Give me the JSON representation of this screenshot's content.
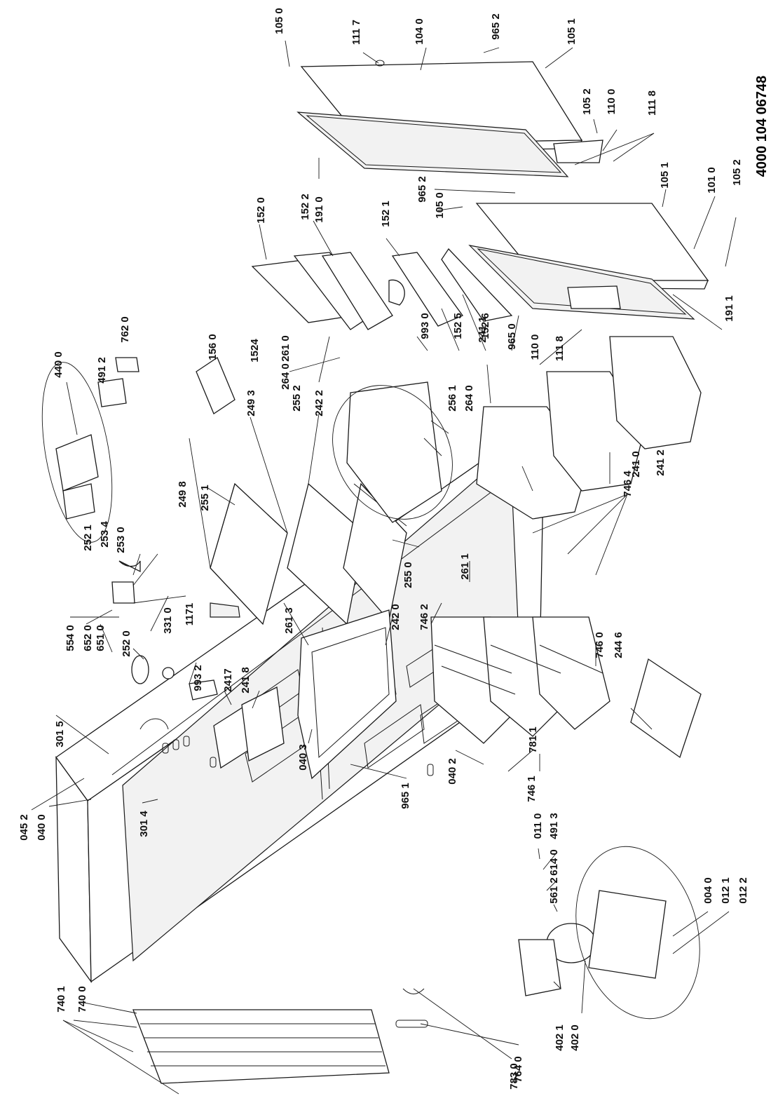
{
  "document": {
    "number": "4000 104 06748"
  },
  "labels": [
    "105 0",
    "111 7",
    "104 0",
    "965 2",
    "105 1",
    "105 2",
    "110 0",
    "111 8",
    "152 0",
    "152 2",
    "191 0",
    "152 1",
    "965 2",
    "105 0",
    "105 1",
    "101 0",
    "105 2",
    "440 0",
    "491 2",
    "762 0",
    "156 0",
    "1524",
    "261 0",
    "264 0",
    "993 0",
    "152 5",
    "152 6",
    "965 0",
    "110 0",
    "111 8",
    "191 1",
    "241 1",
    "249 3",
    "255 2",
    "242 2",
    "256 1",
    "264 0",
    "249 8",
    "255 1",
    "241 0",
    "241 2",
    "746 4",
    "252 1",
    "253 4",
    "253 0",
    "255 0",
    "261 1",
    "261 3",
    "242 0",
    "746 2",
    "1171",
    "331 0",
    "554 0",
    "652 0",
    "651 0",
    "252 0",
    "993 2",
    "2417",
    "241 8",
    "746 0",
    "244 6",
    "301 5",
    "040 3",
    "040 2",
    "781 1",
    "746 1",
    "965 1",
    "045 2",
    "040 0",
    "301 4",
    "011 0",
    "491 3",
    "614 0",
    "561 2",
    "004 0",
    "012 1",
    "012 2",
    "740 1",
    "740 0",
    "764 0",
    "783 0",
    "402 1",
    "402 0"
  ]
}
